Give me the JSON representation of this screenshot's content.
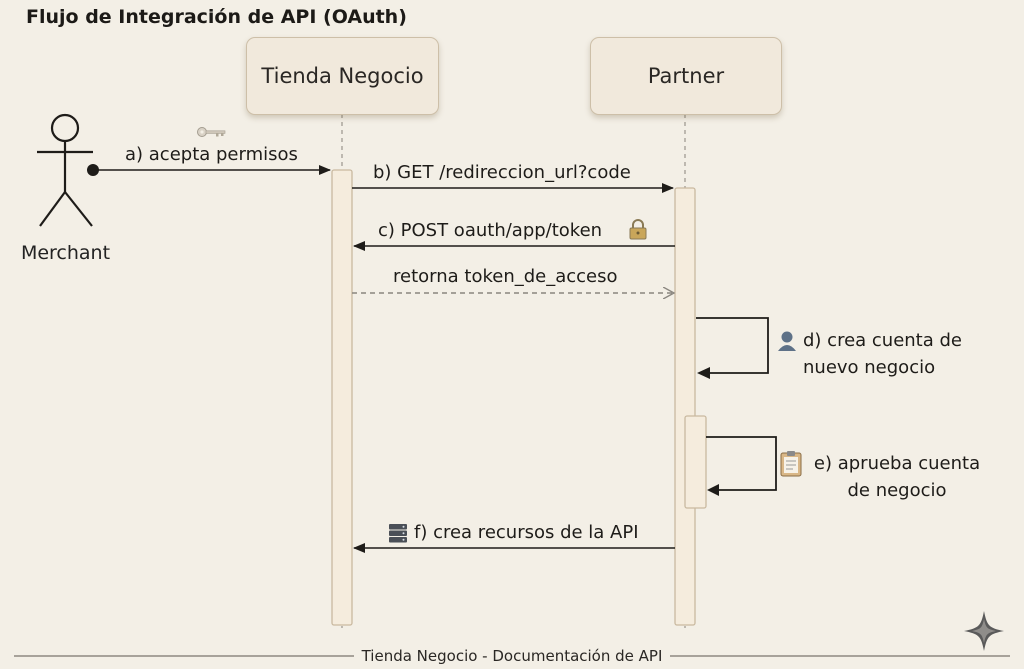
{
  "title": "Flujo de Integración de API (OAuth)",
  "participants": {
    "store": "Tienda Negocio",
    "partner": "Partner"
  },
  "actor": {
    "label": "Merchant"
  },
  "messages": {
    "a": "a) acepta permisos",
    "b": "b) GET /redireccion_url?code",
    "c": "c) POST oauth/app/token",
    "c_return": "retorna token_de_acceso",
    "d_line1": "d) crea cuenta de",
    "d_line2": "nuevo negocio",
    "e_line1": "e) aprueba cuenta",
    "e_line2": "de negocio",
    "f": "f) crea recursos de la API"
  },
  "icons": {
    "a": "key-icon",
    "c": "lock-icon",
    "d": "user-icon",
    "e": "clipboard-icon",
    "f": "server-icon",
    "corner": "sparkle-icon"
  },
  "footer": "Tienda Negocio - Documentación de API",
  "colors": {
    "background": "#f3efe6",
    "participant_fill": "#f1e9dc",
    "activation_fill": "#f5ecdd",
    "line": "#1e1c19",
    "dashed": "#8a867f"
  }
}
